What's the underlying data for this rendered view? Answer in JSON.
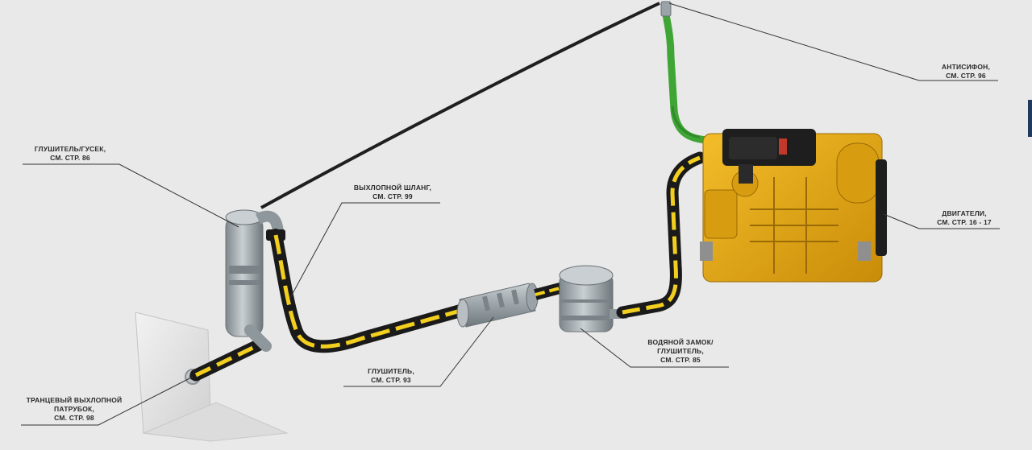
{
  "labels": {
    "antisiphon": {
      "line1": "АНТИСИФОН,",
      "line2": "СМ. СТР. 96"
    },
    "muffler_gooseneck": {
      "line1": "ГЛУШИТЕЛЬ/ГУСЕК,",
      "line2": "СМ. СТР. 86"
    },
    "exhaust_hose": {
      "line1": "ВЫХЛОПНОЙ ШЛАНГ,",
      "line2": "СМ. СТР. 99"
    },
    "engines": {
      "line1": "ДВИГАТЕЛИ,",
      "line2": "СМ. СТР. 16 - 17"
    },
    "water_lock": {
      "line1": "ВОДЯНОЙ ЗАМОК/",
      "line2": "ГЛУШИТЕЛЬ,",
      "line3": "СМ. СТР. 85"
    },
    "muffler": {
      "line1": "ГЛУШИТЕЛЬ,",
      "line2": "СМ. СТР. 93"
    },
    "transom_outlet": {
      "line1": "ТРАНЦЕВЫЙ ВЫХЛОПНОЙ",
      "line2": "ПАТРУБОК,",
      "line3": "СМ. СТР. 98"
    }
  },
  "colors": {
    "hose_black": "#1a1a1a",
    "hose_yellow_stripe": "#f2cf1f",
    "green_hose": "#3fa535",
    "engine_yellow": "#e8a912",
    "metal_grey": "#9aa3a8",
    "leader_line": "#333333",
    "edge_tab": "#1f3a5c"
  },
  "icons": {
    "engine": "marine-diesel-engine-icon",
    "transom_plate": "transom-plate-icon",
    "gooseneck": "gooseneck-muffler-icon",
    "inline_muffler": "inline-muffler-icon",
    "water_lock": "waterlock-muffler-icon",
    "antisiphon": "antisiphon-valve-icon"
  }
}
